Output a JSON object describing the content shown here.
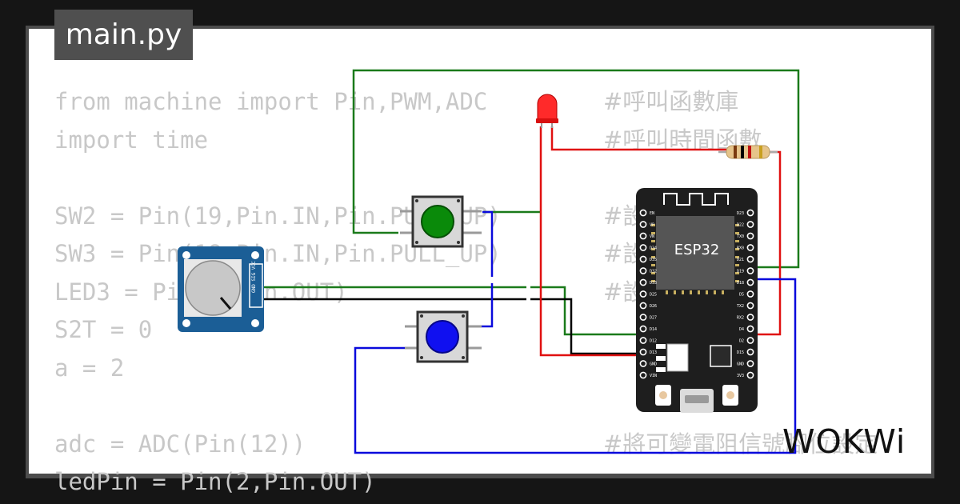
{
  "file_tab": {
    "label": "main.py"
  },
  "code_lines": [
    "from machine import Pin,PWM,ADC",
    "import time",
    "",
    "SW2 = Pin(19,Pin.IN,Pin.PULL_UP)",
    "SW3 = Pin(18,Pin.IN,Pin.PULL_UP)",
    "LED3 = Pin(2,Pin.OUT)",
    "S2T = 0",
    "a = 2",
    "",
    "adc = ADC(Pin(12))",
    "ledPin = Pin(2,Pin.OUT)"
  ],
  "comment_lines": [
    "#呼叫函數庫",
    "#呼叫時間函數",
    "",
    "#設定腳位",
    "#設定腳位",
    "#設定腳位",
    "",
    "",
    "",
    "#將可變電阻信號腳位設定",
    ""
  ],
  "board": {
    "chip_label": "ESP32",
    "left_pins": [
      "EN",
      "VP",
      "VN",
      "D34",
      "D35",
      "D32",
      "D33",
      "D25",
      "D26",
      "D27",
      "D14",
      "D12",
      "D13",
      "GND",
      "VIN"
    ],
    "right_pins": [
      "D23",
      "D22",
      "TX0",
      "RX0",
      "D21",
      "D19",
      "D18",
      "D5",
      "TX2",
      "RX2",
      "D4",
      "D2",
      "D15",
      "GND",
      "3V3"
    ]
  },
  "potentiometer": {
    "pin_labels": [
      "GND",
      "SIG",
      "VCC"
    ]
  },
  "brand": {
    "label": "WOKWi"
  },
  "colors": {
    "wire_green": "#1a7a1a",
    "wire_red": "#e01010",
    "wire_blue": "#0a0adc",
    "wire_black": "#000000",
    "button_green": "#0a8a0a",
    "button_blue": "#1010f0",
    "pot_board": "#1b5e96",
    "board_body": "#1e1e1e",
    "chip": "#555555"
  }
}
